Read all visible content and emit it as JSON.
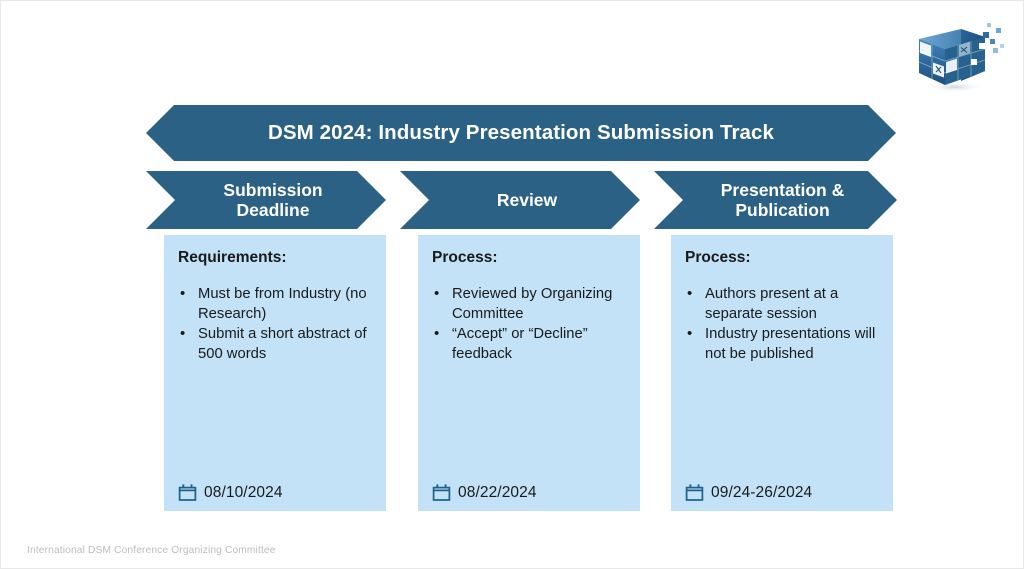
{
  "slide": {
    "title": "DSM 2024: Industry Presentation Submission Track",
    "footer": "International DSM Conference Organizing Committee",
    "logo_icon": "dsm-cube-logo-icon",
    "accent_color": "#2b6184",
    "panel_color": "#c3e2f7",
    "text_color": "#1a1a1a",
    "title_text_color": "#ffffff",
    "footer_color": "#bdbdbd"
  },
  "stages": [
    {
      "chevron_label": "Submission\nDeadline",
      "heading": "Requirements:",
      "bullets": [
        "Must be from Industry (no Research)",
        "Submit a short abstract of 500 words"
      ],
      "date": "08/10/2024",
      "date_icon": "calendar-icon"
    },
    {
      "chevron_label": "Review",
      "heading": "Process:",
      "bullets": [
        "Reviewed by Organizing Committee",
        "“Accept” or “Decline” feedback"
      ],
      "date": "08/22/2024",
      "date_icon": "calendar-icon"
    },
    {
      "chevron_label": "Presentation &\nPublication",
      "heading": "Process:",
      "bullets": [
        "Authors present at a separate session",
        "Industry presentations will not be published"
      ],
      "date": "09/24-26/2024",
      "date_icon": "calendar-icon"
    }
  ]
}
